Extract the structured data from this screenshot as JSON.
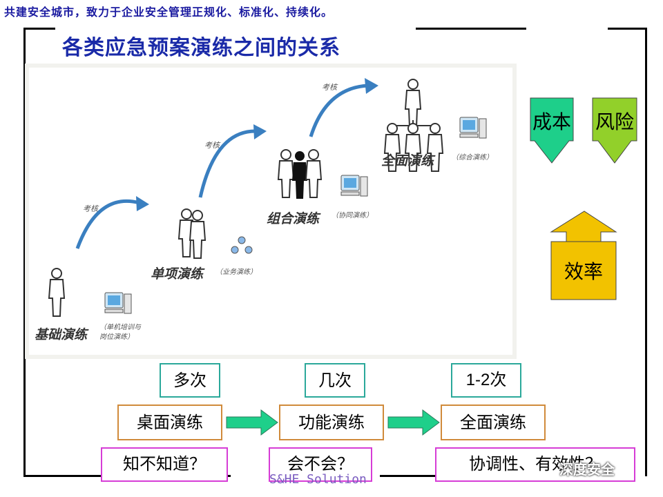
{
  "slogan": "共建安全城市，致力于企业安全管理正规化、标准化、持续化。",
  "title": "各类应急预案演练之间的关系",
  "stages": [
    {
      "label": "基础演练",
      "note1": "（单机培训与",
      "note2": "岗位演练）"
    },
    {
      "label": "单项演练",
      "note": "（业务演练）"
    },
    {
      "label": "组合演练",
      "note": "（协同演练）"
    },
    {
      "label": "全面演练",
      "note": "（综合演练）"
    }
  ],
  "arrow_label": "考核",
  "right_boxes": {
    "cost": "成本",
    "risk": "风险",
    "efficiency": "效率"
  },
  "frequencies": [
    "多次",
    "几次",
    "1-2次"
  ],
  "drills": [
    "桌面演练",
    "功能演练",
    "全面演练"
  ],
  "questions": [
    "知不知道？",
    "会不会？",
    "协调性、有效性？"
  ],
  "footer": "S&HE Solution",
  "watermark": "深度安全",
  "colors": {
    "cost": "#1ecf8a",
    "risk": "#92d02a",
    "efficiency": "#f2c200",
    "title": "#1a2aa8"
  }
}
